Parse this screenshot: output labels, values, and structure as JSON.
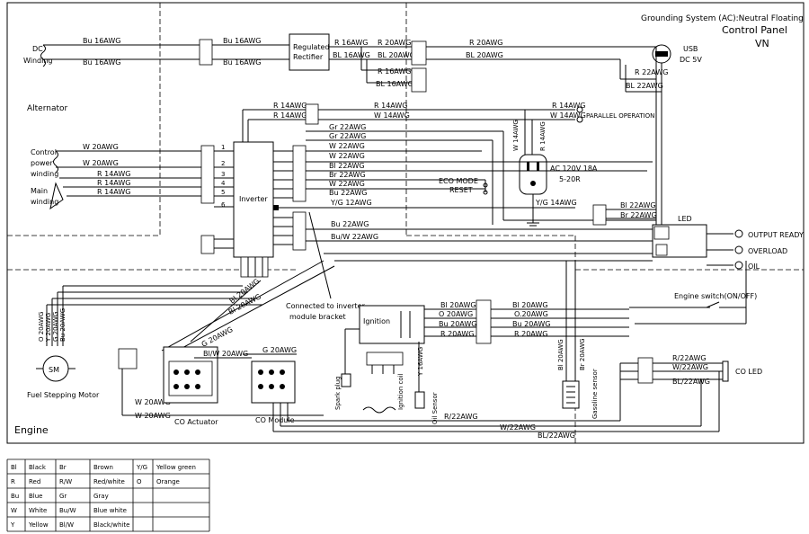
{
  "header": {
    "grounding": "Grounding System (AC):Neutral Floating",
    "panel": "Control Panel",
    "model": "VN"
  },
  "sections": {
    "alternator": "Alternator",
    "engine": "Engine"
  },
  "components": {
    "dc_winding": [
      "DC",
      "Winding"
    ],
    "control_power": [
      "Control",
      "power",
      "winding"
    ],
    "main_winding": [
      "Main",
      "winding"
    ],
    "rectifier": [
      "Regulated",
      "Rectifier"
    ],
    "inverter": "Inverter",
    "usb": [
      "USB",
      "DC 5V"
    ],
    "parallel": "PARALLEL OPERATION",
    "ac_outlet": [
      "AC 120V 18A",
      "5-20R"
    ],
    "eco": [
      "ECO MODE",
      "RESET"
    ],
    "led": "LED",
    "output_ready": "OUTPUT READY",
    "overload": "OVERLOAD",
    "oil": "OIL",
    "engine_switch": "Engine switch(ON/OFF)",
    "co_led": "CO LED",
    "ignition": "Ignition",
    "spark_plug": "Spark plug",
    "ignition_coil": "Ignition coil",
    "oil_sensor": "Oil Sensor",
    "gasoline_sensor": "Gasoline sensor",
    "bracket_note": [
      "Connected to inverter",
      "module bracket"
    ],
    "fuel_motor": "Fuel Stepping Motor",
    "sm": "SM",
    "co_actuator": "CO Actuator",
    "co_module": "CO Module"
  },
  "wires": {
    "bu16": "Bu 16AWG",
    "r16": "R 16AWG",
    "bl16": "BL 16AWG",
    "r20": "R 20AWG",
    "bl20": "BL 20AWG",
    "bl20b": "Bl 20AWG",
    "r22": "R 22AWG",
    "bl22": "BL 22AWG",
    "bl22b": "Bl 22AWG",
    "r14": "R 14AWG",
    "w14": "W 14AWG",
    "gr22": "Gr 22AWG",
    "w22": "W 22AWG",
    "br22": "Br 22AWG",
    "bu22": "Bu 22AWG",
    "yg12": "Y/G 12AWG",
    "yg14": "Y/G 14AWG",
    "buw22": "Bu/W 22AWG",
    "w20": "W 20AWG",
    "o20": "O 20AWG",
    "o20b": "O.20AWG",
    "bu20": "Bu 20AWG",
    "g20": "G 20AWG",
    "blw20": "Bl/W 20AWG",
    "y16": "Y 16AWG",
    "br20": "Br 20AWG",
    "r22s": "R/22AWG",
    "w22s": "W/22AWG",
    "bl22s": "BL/22AWG",
    "left_stack": [
      "O 20AWG",
      "Y 20AWG",
      "G 20AWG",
      "Bu 20AWG"
    ],
    "pin_nums": [
      "1",
      "2",
      "3",
      "4",
      "5",
      "6"
    ]
  },
  "legend": [
    [
      "Bl",
      "Black",
      "Br",
      "Brown",
      "Y/G",
      "Yellow green"
    ],
    [
      "R",
      "Red",
      "R/W",
      "Red/white",
      "O",
      "Orange"
    ],
    [
      "Bu",
      "Blue",
      "Gr",
      "Gray",
      "",
      ""
    ],
    [
      "W",
      "White",
      "Bu/W",
      "Blue white",
      "",
      ""
    ],
    [
      "Y",
      "Yellow",
      "Bl/W",
      "Black/white",
      "",
      ""
    ]
  ]
}
